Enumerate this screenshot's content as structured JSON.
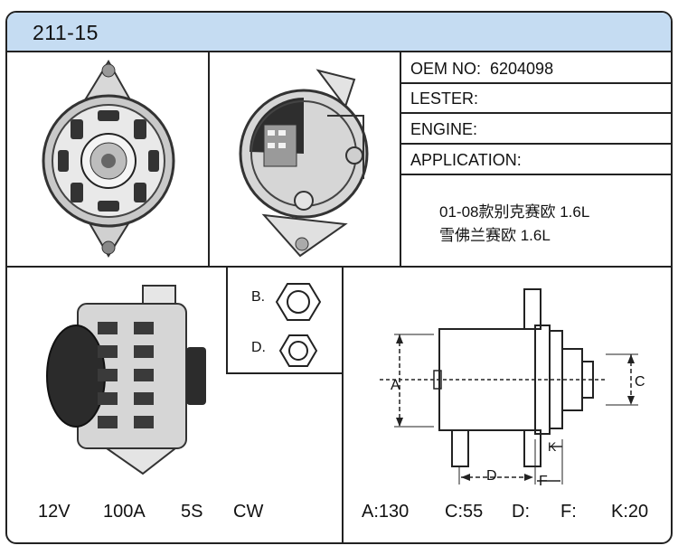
{
  "header": {
    "part_number": "211-15"
  },
  "info": {
    "oem_label": "OEM NO:",
    "oem_value": "6204098",
    "lester_label": "LESTER:",
    "engine_label": "ENGINE:",
    "application_label": "APPLICATION:",
    "application_lines": [
      "01-08款别克赛欧 1.6L",
      "雪佛兰赛欧 1.6L"
    ]
  },
  "pulley_legend": {
    "b_label": "B.",
    "d_label": "D."
  },
  "diagram_labels": {
    "a": "A",
    "c": "C",
    "d": "D",
    "f": "F",
    "k": "K"
  },
  "specs": {
    "voltage": "12V",
    "current": "100A",
    "grooves": "5S",
    "rotation": "CW"
  },
  "dimensions": {
    "a": "A:130",
    "c": "C:55",
    "d": "D:",
    "f": "F:",
    "k": "K:20"
  },
  "colors": {
    "header_bg": "#c5dcf2",
    "border": "#222222"
  }
}
